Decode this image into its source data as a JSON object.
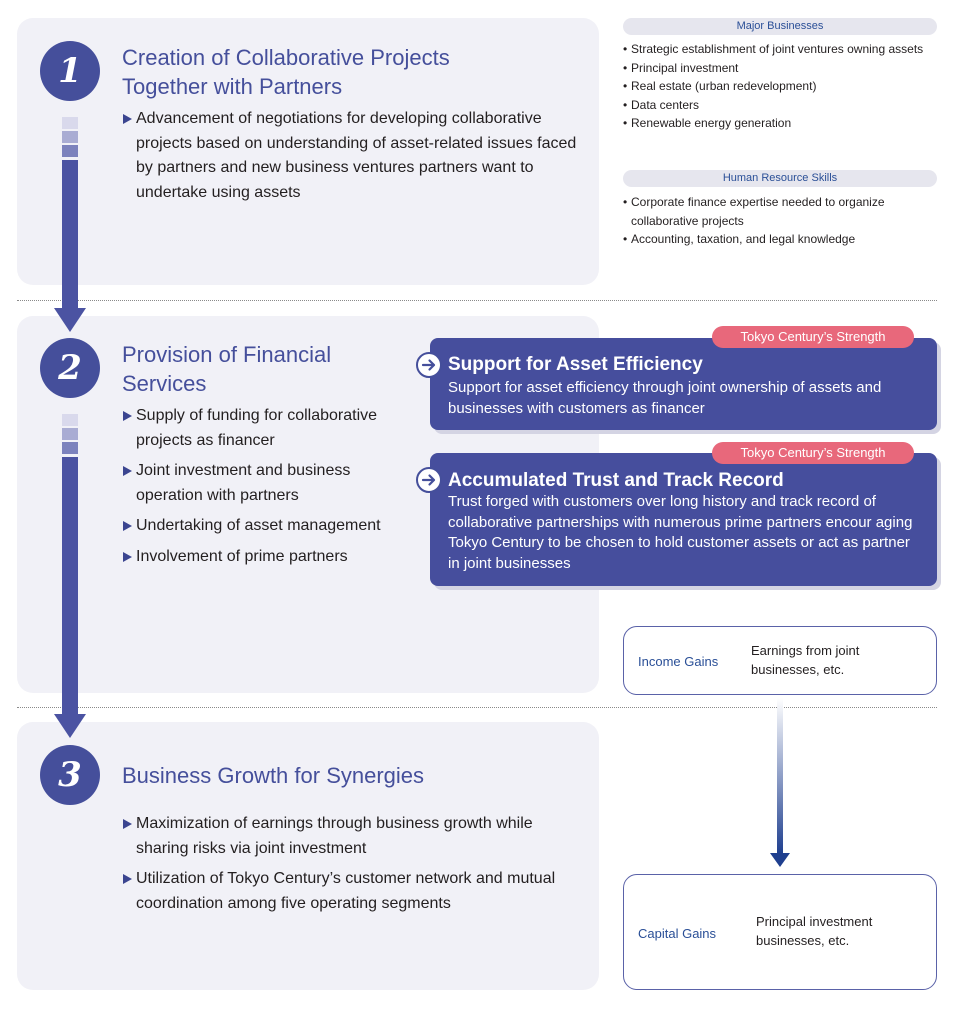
{
  "colors": {
    "accent": "#454f9b",
    "panel": "#f1f1f7",
    "strength_tag": "#e8687b",
    "gain_label": "#2a4f97"
  },
  "steps": [
    {
      "number": "1",
      "title": "Creation of Collaborative Projects Together with Partners",
      "bullets": [
        "Advancement of negotiations for developing collaborative projects based on understanding of asset-related issues faced by partners and new business ventures partners want to undertake using assets"
      ]
    },
    {
      "number": "2",
      "title": "Provision of Financial Services",
      "bullets": [
        "Supply of funding for collaborative projects as financer",
        "Joint investment and business operation with partners",
        "Undertaking of asset management",
        "Involvement of prime partners"
      ]
    },
    {
      "number": "3",
      "title": "Business Growth for Synergies",
      "bullets": [
        "Maximization of earnings through business growth while sharing risks via joint investment",
        "Utilization of Tokyo Century’s customer network and mutual coordination among five operating segments"
      ]
    }
  ],
  "major_businesses": {
    "header": "Major Businesses",
    "items": [
      "Strategic establishment of joint ventures owning assets",
      "Principal investment",
      "Real estate (urban redevelopment)",
      "Data centers",
      "Renewable energy generation"
    ]
  },
  "hr_skills": {
    "header": "Human Resource Skills",
    "items": [
      "Corporate finance expertise needed to organize collaborative projects",
      "Accounting, taxation, and legal knowledge"
    ]
  },
  "strengths": [
    {
      "tag": "Tokyo Century’s Strength",
      "title": "Support for Asset Efficiency",
      "desc": "Support for asset efficiency through joint ownership of assets and businesses with customers as financer",
      "icon": "arrow-right-circle-icon"
    },
    {
      "tag": "Tokyo Century’s Strength",
      "title": "Accumulated Trust and Track Record",
      "desc": "Trust forged with customers over long history and track record of collaborative partnerships with numerous prime partners encour aging Tokyo Century to be chosen to hold customer assets or act as partner in joint businesses",
      "icon": "arrow-right-circle-icon"
    }
  ],
  "gains": {
    "income": {
      "label": "Income Gains",
      "desc": "Earnings from joint businesses, etc."
    },
    "capital": {
      "label": "Capital Gains",
      "desc": "Principal investment businesses, etc."
    }
  }
}
